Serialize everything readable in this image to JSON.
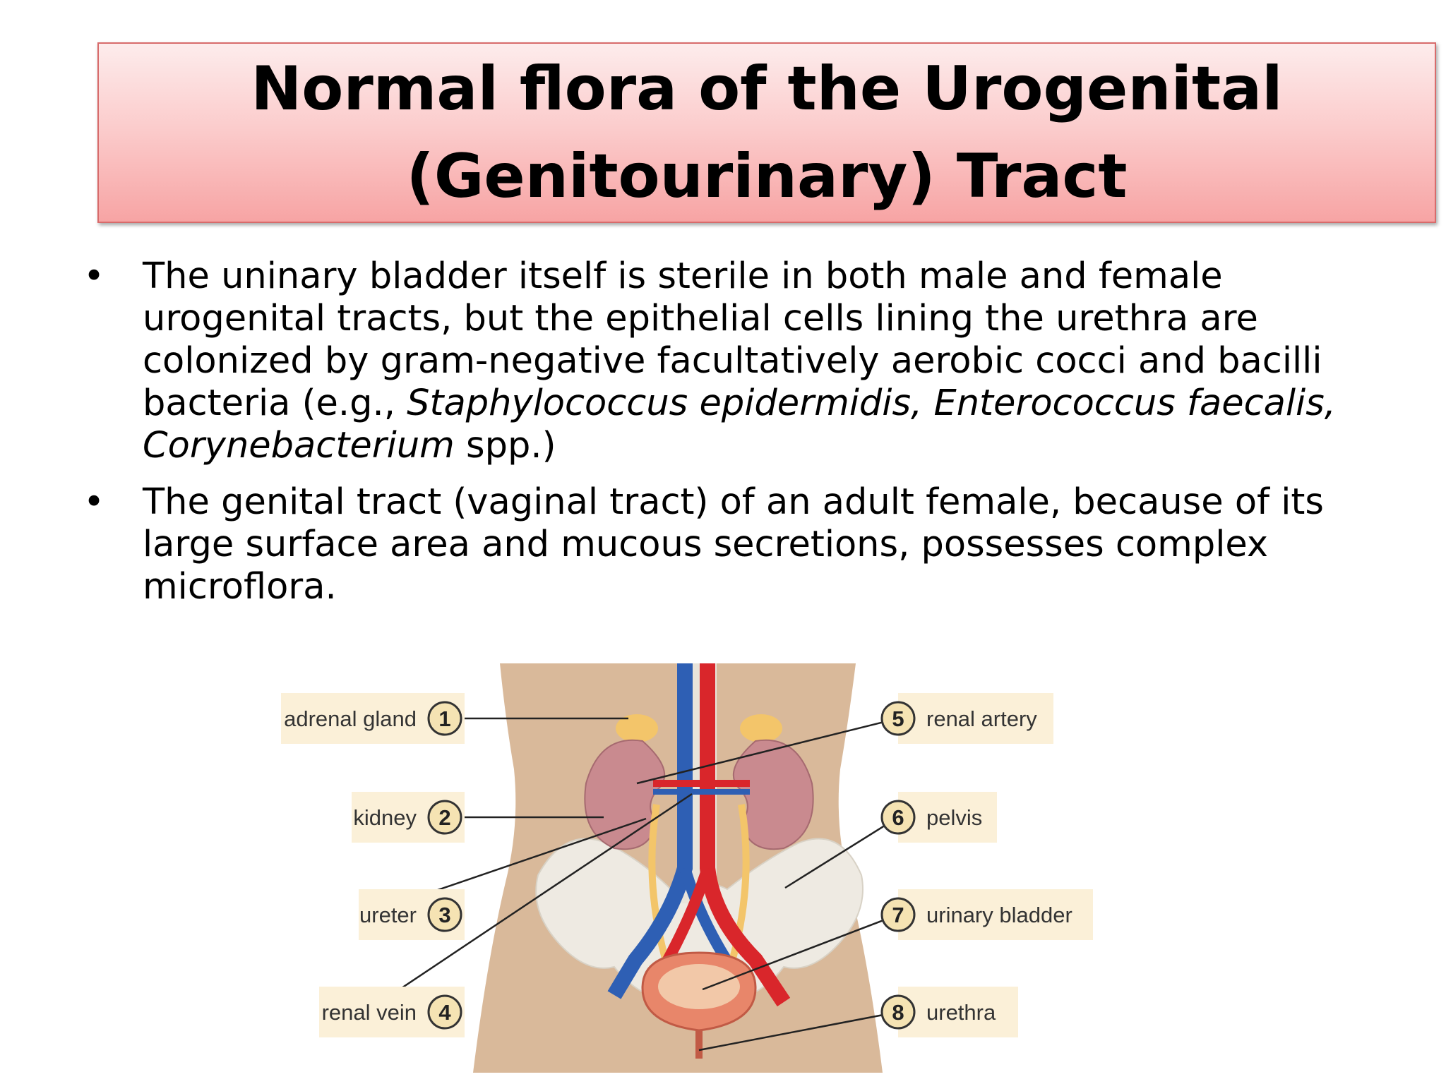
{
  "slide": {
    "title_line1": "Normal flora of the Urogenital",
    "title_line2": "(Genitourinary) Tract"
  },
  "bullets": [
    {
      "marker": "•",
      "text_a": "The uninary bladder itself is sterile in both male and female urogenital tracts, but the epithelial cells lining the urethra are colonized by gram-negative facultatively aerobic cocci and bacilli bacteria (e.g., ",
      "text_italic_1": "Staphylococcus epidermidis, Enterococcus faecalis, Corynebacterium",
      "text_b": " spp.)"
    },
    {
      "marker": "•",
      "text": " The genital tract (vaginal tract) of an adult female, because of its large surface area and mucous secretions, possesses complex microflora."
    }
  ],
  "figure": {
    "labels": [
      {
        "num": "1",
        "text": "adrenal gland"
      },
      {
        "num": "2",
        "text": "kidney"
      },
      {
        "num": "3",
        "text": "ureter"
      },
      {
        "num": "4",
        "text": "renal vein"
      },
      {
        "num": "5",
        "text": "renal artery"
      },
      {
        "num": "6",
        "text": "pelvis"
      },
      {
        "num": "7",
        "text": "urinary bladder"
      },
      {
        "num": "8",
        "text": "urethra"
      }
    ],
    "colors": {
      "skin": "#d9b99a",
      "bone": "#eeeae2",
      "kidney": "#c98a8f",
      "artery": "#d9262b",
      "vein": "#2e5fb4",
      "ureter": "#f3c56a",
      "label_bg": "#fbf0d8",
      "circle_bg": "#f5e3b3"
    }
  }
}
